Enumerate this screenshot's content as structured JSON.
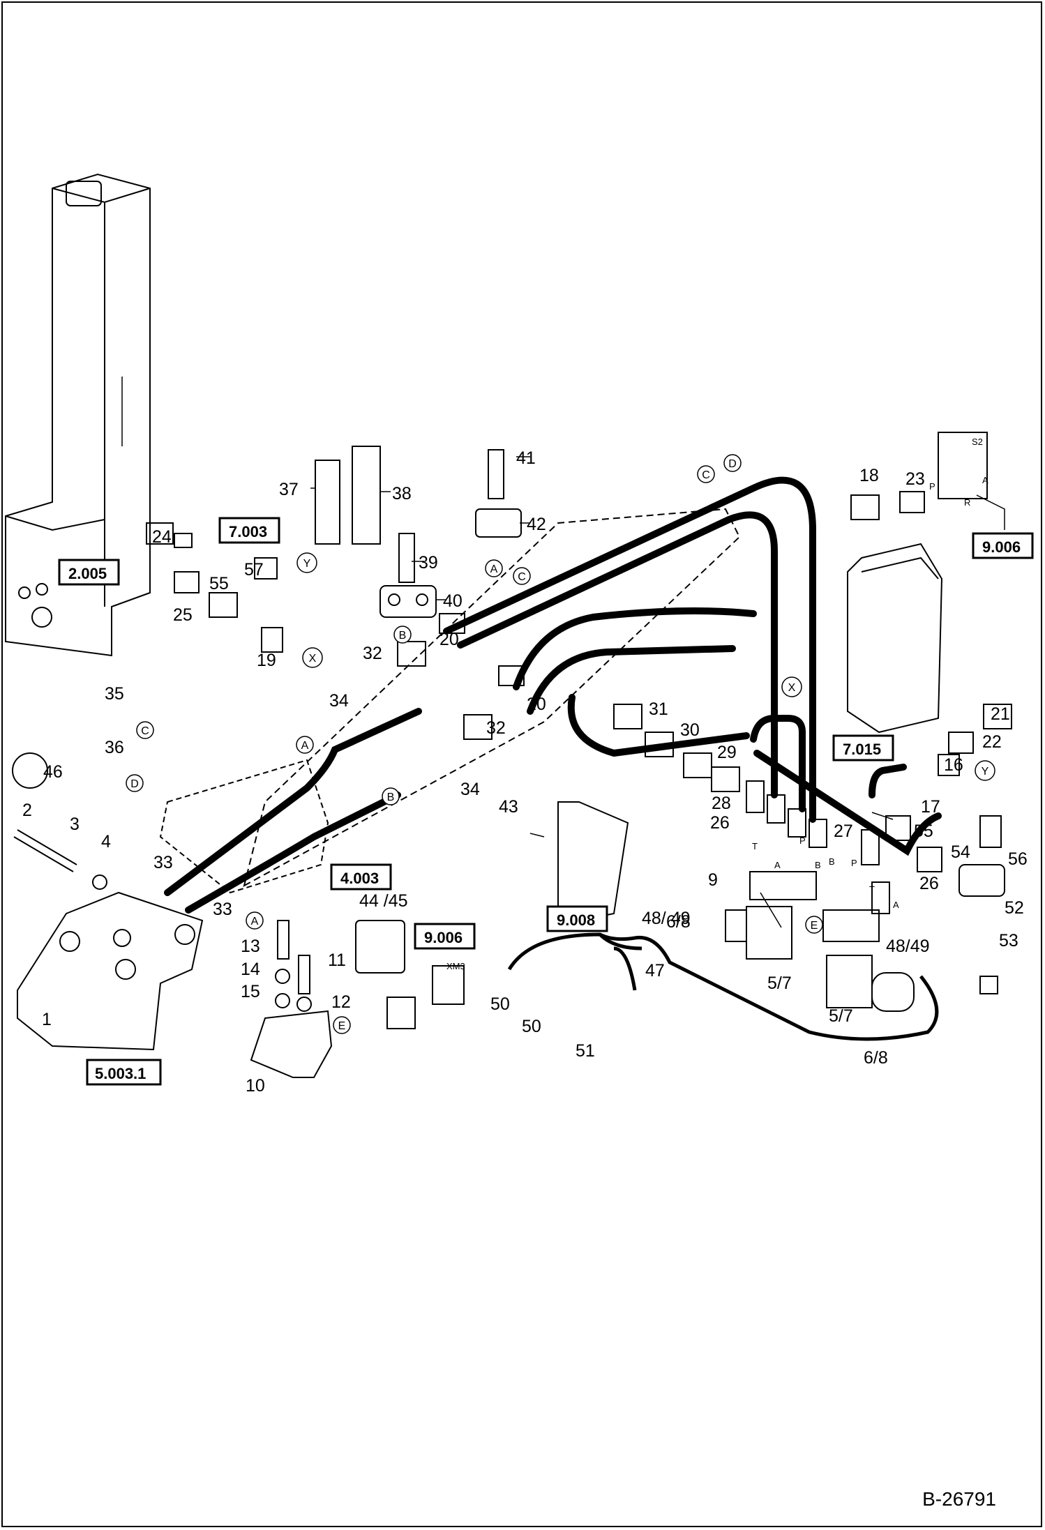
{
  "doc_id": "B-26791",
  "ref_boxes": [
    "7.003",
    "2.005",
    "4.003",
    "5.003.1",
    "9.006",
    "9.006",
    "9.008",
    "7.015"
  ],
  "circle_labels": [
    "A",
    "A",
    "A",
    "B",
    "B",
    "C",
    "C",
    "C",
    "D",
    "D",
    "E",
    "E",
    "X",
    "X",
    "Y",
    "Y"
  ],
  "part_numbers": [
    "1",
    "2",
    "3",
    "4",
    "5/7",
    "5/7",
    "6/8",
    "6/8",
    "9",
    "10",
    "11",
    "12",
    "13",
    "14",
    "15",
    "16",
    "17",
    "18",
    "19",
    "20",
    "20",
    "21",
    "22",
    "23",
    "24",
    "25",
    "26",
    "26",
    "27",
    "28",
    "29",
    "30",
    "31",
    "32",
    "32",
    "33",
    "33",
    "34",
    "34",
    "35",
    "36",
    "37",
    "38",
    "39",
    "40",
    "41",
    "42",
    "43",
    "44 /45",
    "46",
    "47",
    "48/ 49",
    "48/49",
    "50",
    "50",
    "51",
    "52",
    "53",
    "54",
    "55",
    "55",
    "56",
    "57"
  ],
  "port_letters": [
    "S2",
    "P",
    "A",
    "R",
    "T",
    "A",
    "P",
    "B",
    "B",
    "P",
    "T",
    "A"
  ],
  "connector_label": "XM3"
}
